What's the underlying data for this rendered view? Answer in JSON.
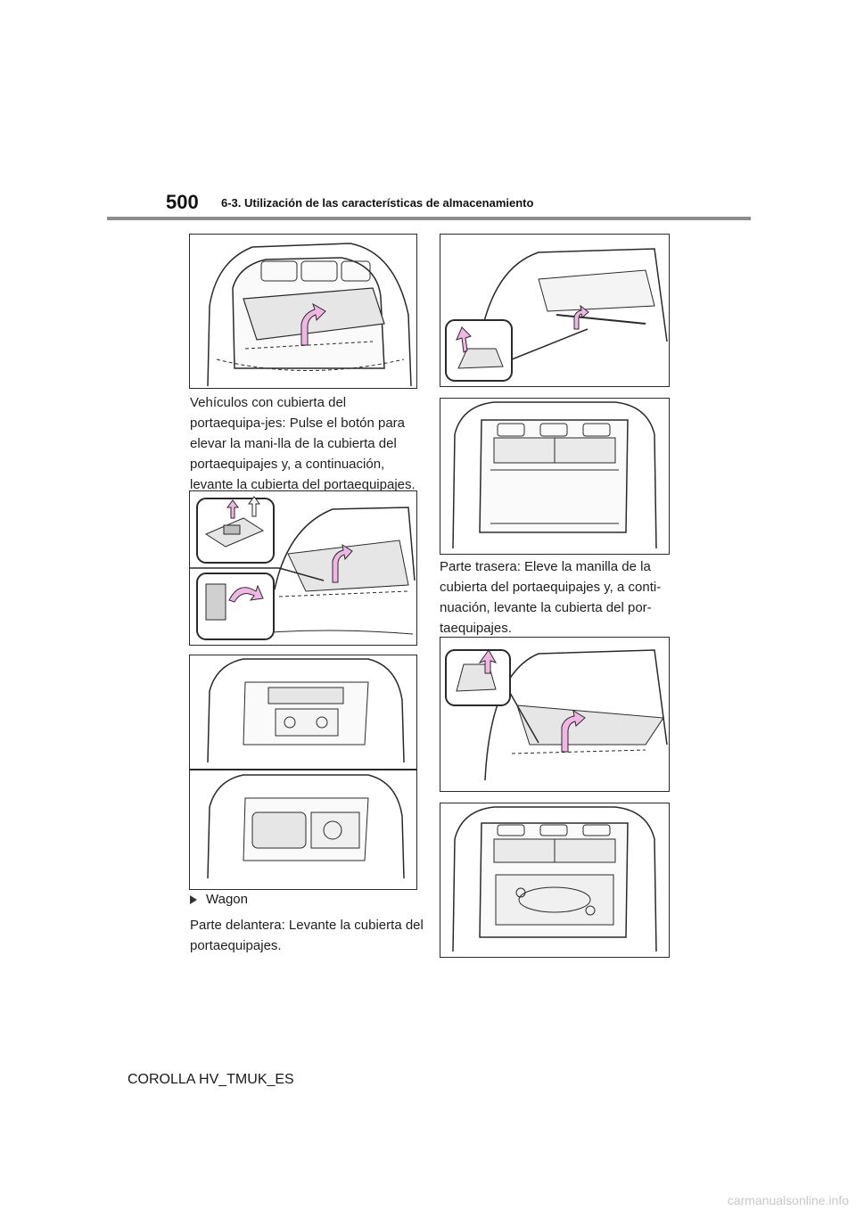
{
  "header": {
    "page_number": "500",
    "section_title": "6-3. Utilización de las características de almacenamiento"
  },
  "paragraphs": {
    "left_1": "Vehículos con cubierta del portaequipa-jes: Pulse el botón para elevar la mani-lla de la cubierta del portaequipajes y, a continuación, levante la cubierta del portaequipajes.",
    "wagon_label": "Wagon",
    "left_2": "Parte delantera: Levante la cubierta del portaequipajes.",
    "right_1": "Parte trasera: Eleve la manilla de la cubierta del portaequipajes y, a conti-nuación, levante la cubierta del por-taequipajes."
  },
  "footer": {
    "doc_code": "COROLLA HV_TMUK_ES",
    "watermark": "carmanualsonline.info"
  },
  "colors": {
    "arrow_pink": "#f2b6e6",
    "line": "#2a2a2a",
    "panel_fill": "#e6e6e6",
    "rule": "#8c8c8c"
  }
}
